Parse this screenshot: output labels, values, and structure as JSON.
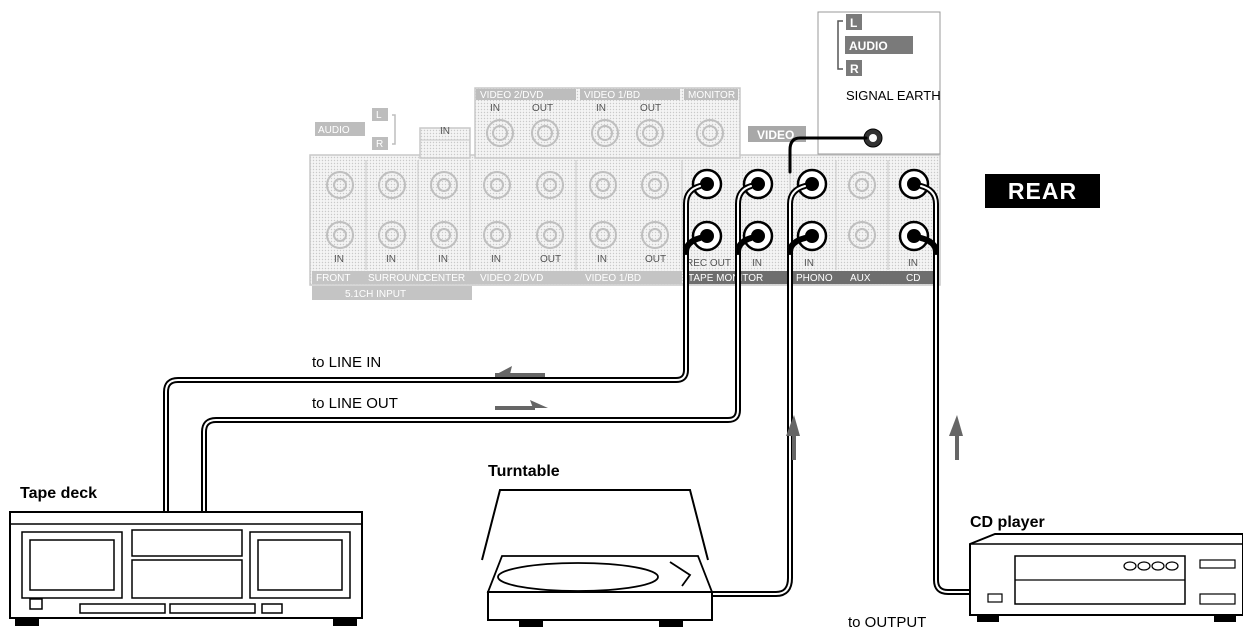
{
  "rear_label": "REAR",
  "terminals": {
    "audio_stack": {
      "l": "L",
      "audio": "AUDIO",
      "r": "R"
    },
    "signal_earth": "SIGNAL EARTH",
    "video": "VIDEO"
  },
  "panel": {
    "left_audio": {
      "l": "L",
      "audio": "AUDIO",
      "r": "R"
    },
    "top_groups": [
      "VIDEO 2/DVD",
      "VIDEO 1/BD",
      "MONITOR"
    ],
    "in": "IN",
    "out": "OUT",
    "rec_out": "REC OUT",
    "bottom_labels": [
      "FRONT",
      "SURROUND",
      "CENTER",
      "VIDEO 2/DVD",
      "VIDEO 1/BD",
      "TAPE MONITOR",
      "PHONO",
      "AUX",
      "CD"
    ],
    "ch_input": "5.1CH INPUT"
  },
  "cables": {
    "line_in": "to LINE IN",
    "line_out": "to LINE OUT",
    "output": "to OUTPUT"
  },
  "devices": {
    "tape_deck": "Tape deck",
    "turntable": "Turntable",
    "cd_player": "CD player"
  }
}
